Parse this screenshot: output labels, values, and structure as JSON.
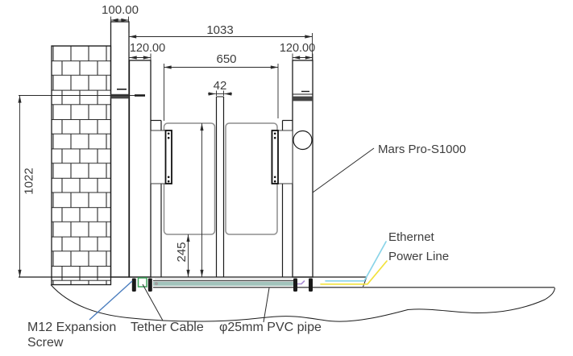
{
  "drawing": {
    "dimensions": {
      "wall_gap": "100.00",
      "overall_width": "1033",
      "left_cabinet_width": "120.00",
      "passage_width": "650",
      "arm_width": "42",
      "right_cabinet_width": "120.00",
      "overall_height": "1022",
      "glass_clearance": "245"
    },
    "labels": {
      "product": "Mars Pro-S1000",
      "ethernet": "Ethernet",
      "power_line": "Power Line",
      "expansion_screw_line1": "M12 Expansion",
      "expansion_screw_line2": "Screw",
      "tether_cable": "Tether Cable",
      "pvc_pipe": "φ25mm PVC pipe"
    },
    "colors": {
      "ethernet_cable": "#8ad4e8",
      "power_cable": "#f2e23c",
      "pvc_pipe_fill": "#a2c4bc",
      "tether_box": "#3fa45c",
      "screw_leader": "#4a7dbe",
      "signal_cable": "#a98bd3",
      "hardware_band": "#454545"
    }
  }
}
